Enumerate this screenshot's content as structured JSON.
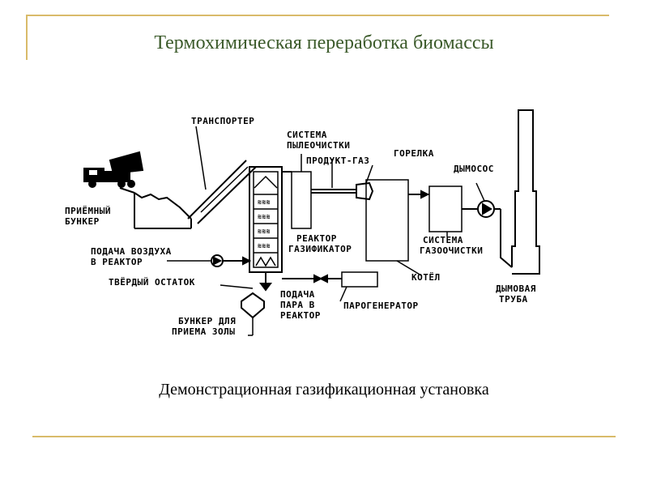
{
  "slide": {
    "title": "Термохимическая переработка биомассы",
    "caption": "Демонстрационная газификационная установка"
  },
  "diagram": {
    "labels": {
      "transporter": "ТРАНСПОРТЕР",
      "dust_system_1": "СИСТЕМА",
      "dust_system_2": "ПЫЛЕОЧИСТКИ",
      "product_gas": "ПРОДУКТ-ГАЗ",
      "burner": "ГОРЕЛКА",
      "smoke_exhauster": "ДЫМОСОС",
      "hopper_1": "ПРИЁМНЫЙ",
      "hopper_2": "БУНКЕР",
      "air_supply_1": "ПОДАЧА ВОЗДУХА",
      "air_supply_2": "В РЕАКТОР",
      "reactor_1": "РЕАКТОР",
      "reactor_2": "ГАЗИФИКАТОР",
      "gas_cleaning_1": "СИСТЕМА",
      "gas_cleaning_2": "ГАЗООЧИСТКИ",
      "solid_residue": "ТВЁРДЫЙ ОСТАТОК",
      "steam_supply_1": "ПОДАЧА",
      "steam_supply_2": "ПАРА В",
      "steam_supply_3": "РЕАКТОР",
      "steam_generator": "ПАРОГЕНЕРАТОР",
      "boiler": "КОТЁЛ",
      "chimney_1": "ДЫМОВАЯ",
      "chimney_2": "ТРУБА",
      "ash_hopper_1": "БУНКЕР ДЛЯ",
      "ash_hopper_2": "ПРИЕМА ЗОЛЫ"
    }
  },
  "colors": {
    "frame": "#d9bb6a",
    "title": "#3b5a2a",
    "ink": "#000000"
  }
}
